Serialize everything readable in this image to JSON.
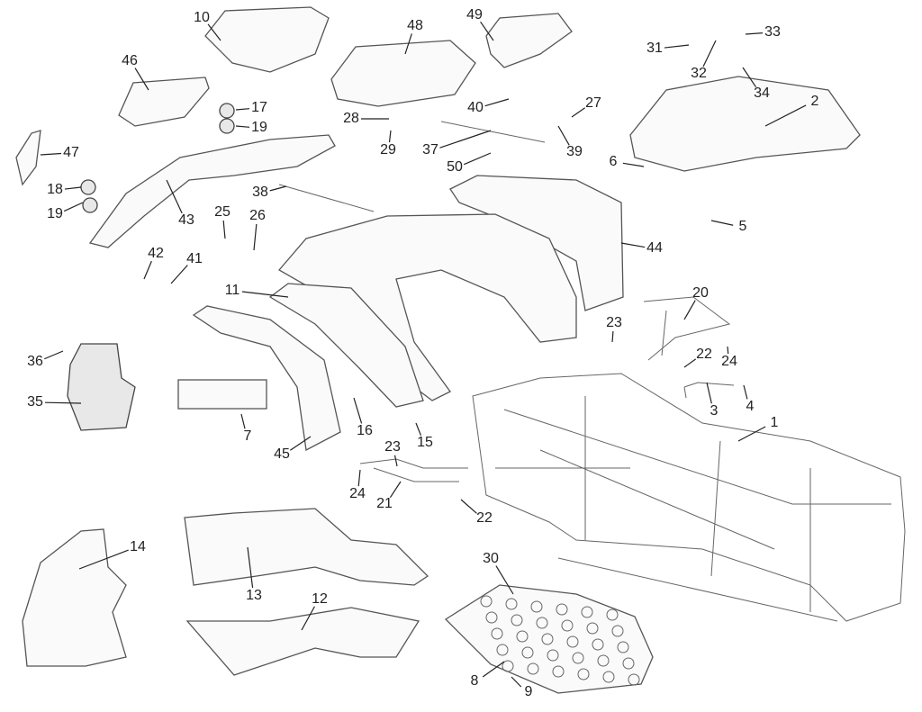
{
  "diagram": {
    "callouts": [
      "10",
      "48",
      "49",
      "31",
      "32",
      "33",
      "34",
      "46",
      "17",
      "19",
      "28",
      "29",
      "40",
      "27",
      "2",
      "47",
      "37",
      "39",
      "50",
      "6",
      "18",
      "19",
      "43",
      "38",
      "25",
      "26",
      "44",
      "5",
      "42",
      "41",
      "11",
      "20",
      "23",
      "22",
      "24",
      "36",
      "35",
      "3",
      "4",
      "7",
      "16",
      "1",
      "15",
      "45",
      "23",
      "24",
      "21",
      "22",
      "14",
      "30",
      "13",
      "12",
      "8",
      "9"
    ],
    "colors": {
      "line": "#555555",
      "text": "#222222",
      "background": "#ffffff"
    }
  }
}
